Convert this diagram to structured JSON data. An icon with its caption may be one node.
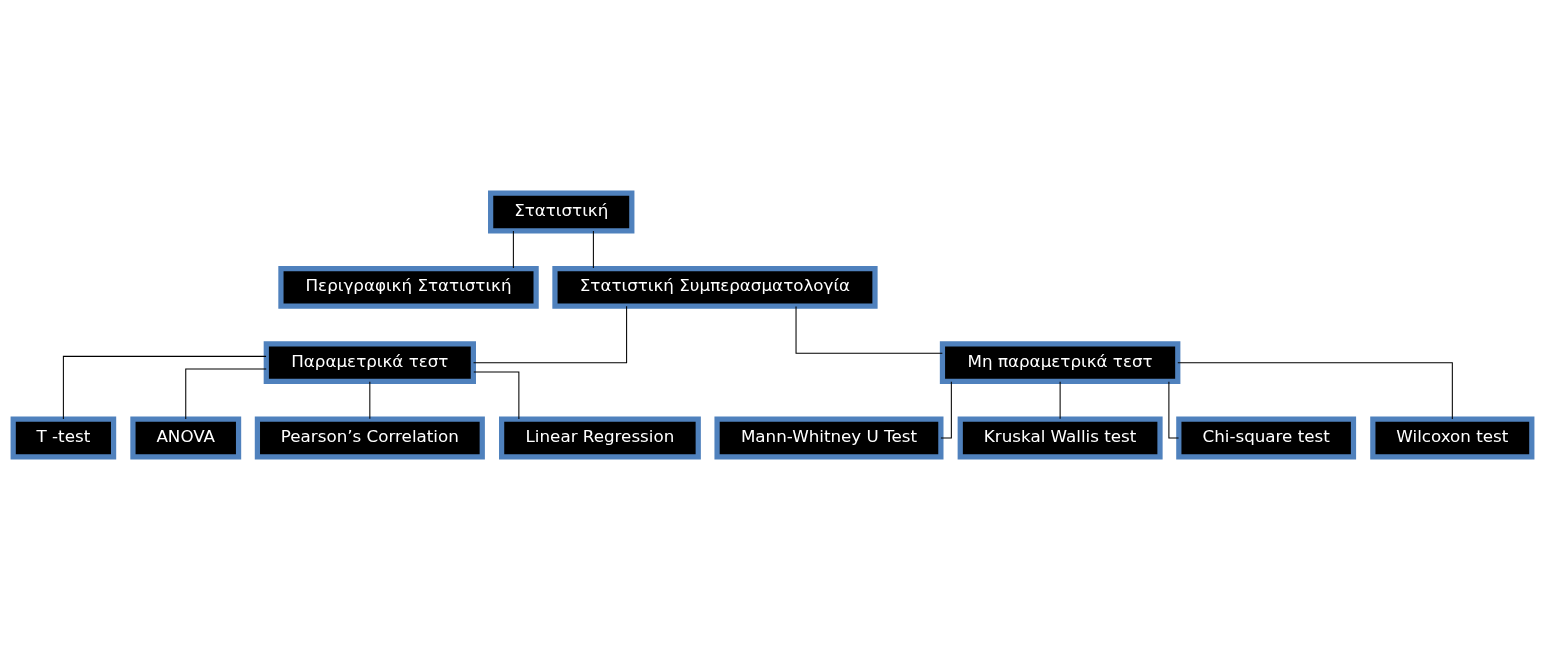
{
  "diagram": {
    "nodes": [
      {
        "text": [
          "Στατιστική"
        ]
      },
      {
        "text": [
          "Περιγραφική Στατιστική"
        ]
      },
      {
        "text": [
          "Στατιστική Συμπερασματολογία"
        ]
      },
      {
        "text": [
          "Παραμετρικά τεστ"
        ]
      },
      {
        "text": [
          "Μη παραμετρικά τεστ"
        ]
      },
      {
        "text": [
          "T -test"
        ]
      },
      {
        "text": [
          "ANOVA"
        ]
      },
      {
        "text": [
          "Pearson’s Correlation"
        ]
      },
      {
        "text": [
          "Linear Regression"
        ]
      },
      {
        "text": [
          "Mann-Whitney U Test"
        ]
      },
      {
        "text": [
          "Kruskal Wallis test"
        ]
      },
      {
        "text": [
          "Chi-square test"
        ]
      },
      {
        "text": [
          "Wilcoxon test"
        ]
      }
    ],
    "edges": [
      {
        "from": 0,
        "to": 1,
        "arrow": "none"
      },
      {
        "from": 0,
        "to": 2,
        "arrow": "none"
      },
      {
        "from": 2,
        "to": 3,
        "arrow": "none"
      },
      {
        "from": 2,
        "to": 4,
        "arrow": "none"
      },
      {
        "from": 3,
        "to": 5,
        "arrow": "none"
      },
      {
        "from": 3,
        "to": 6,
        "arrow": "none"
      },
      {
        "from": 3,
        "to": 7,
        "arrow": "none"
      },
      {
        "from": 3,
        "to": 8,
        "arrow": "none"
      },
      {
        "from": 4,
        "to": 9,
        "arrow": "none"
      },
      {
        "from": 4,
        "to": 10,
        "arrow": "none"
      },
      {
        "from": 4,
        "to": 11,
        "arrow": "none"
      },
      {
        "from": 4,
        "to": 12,
        "arrow": "none"
      }
    ]
  }
}
